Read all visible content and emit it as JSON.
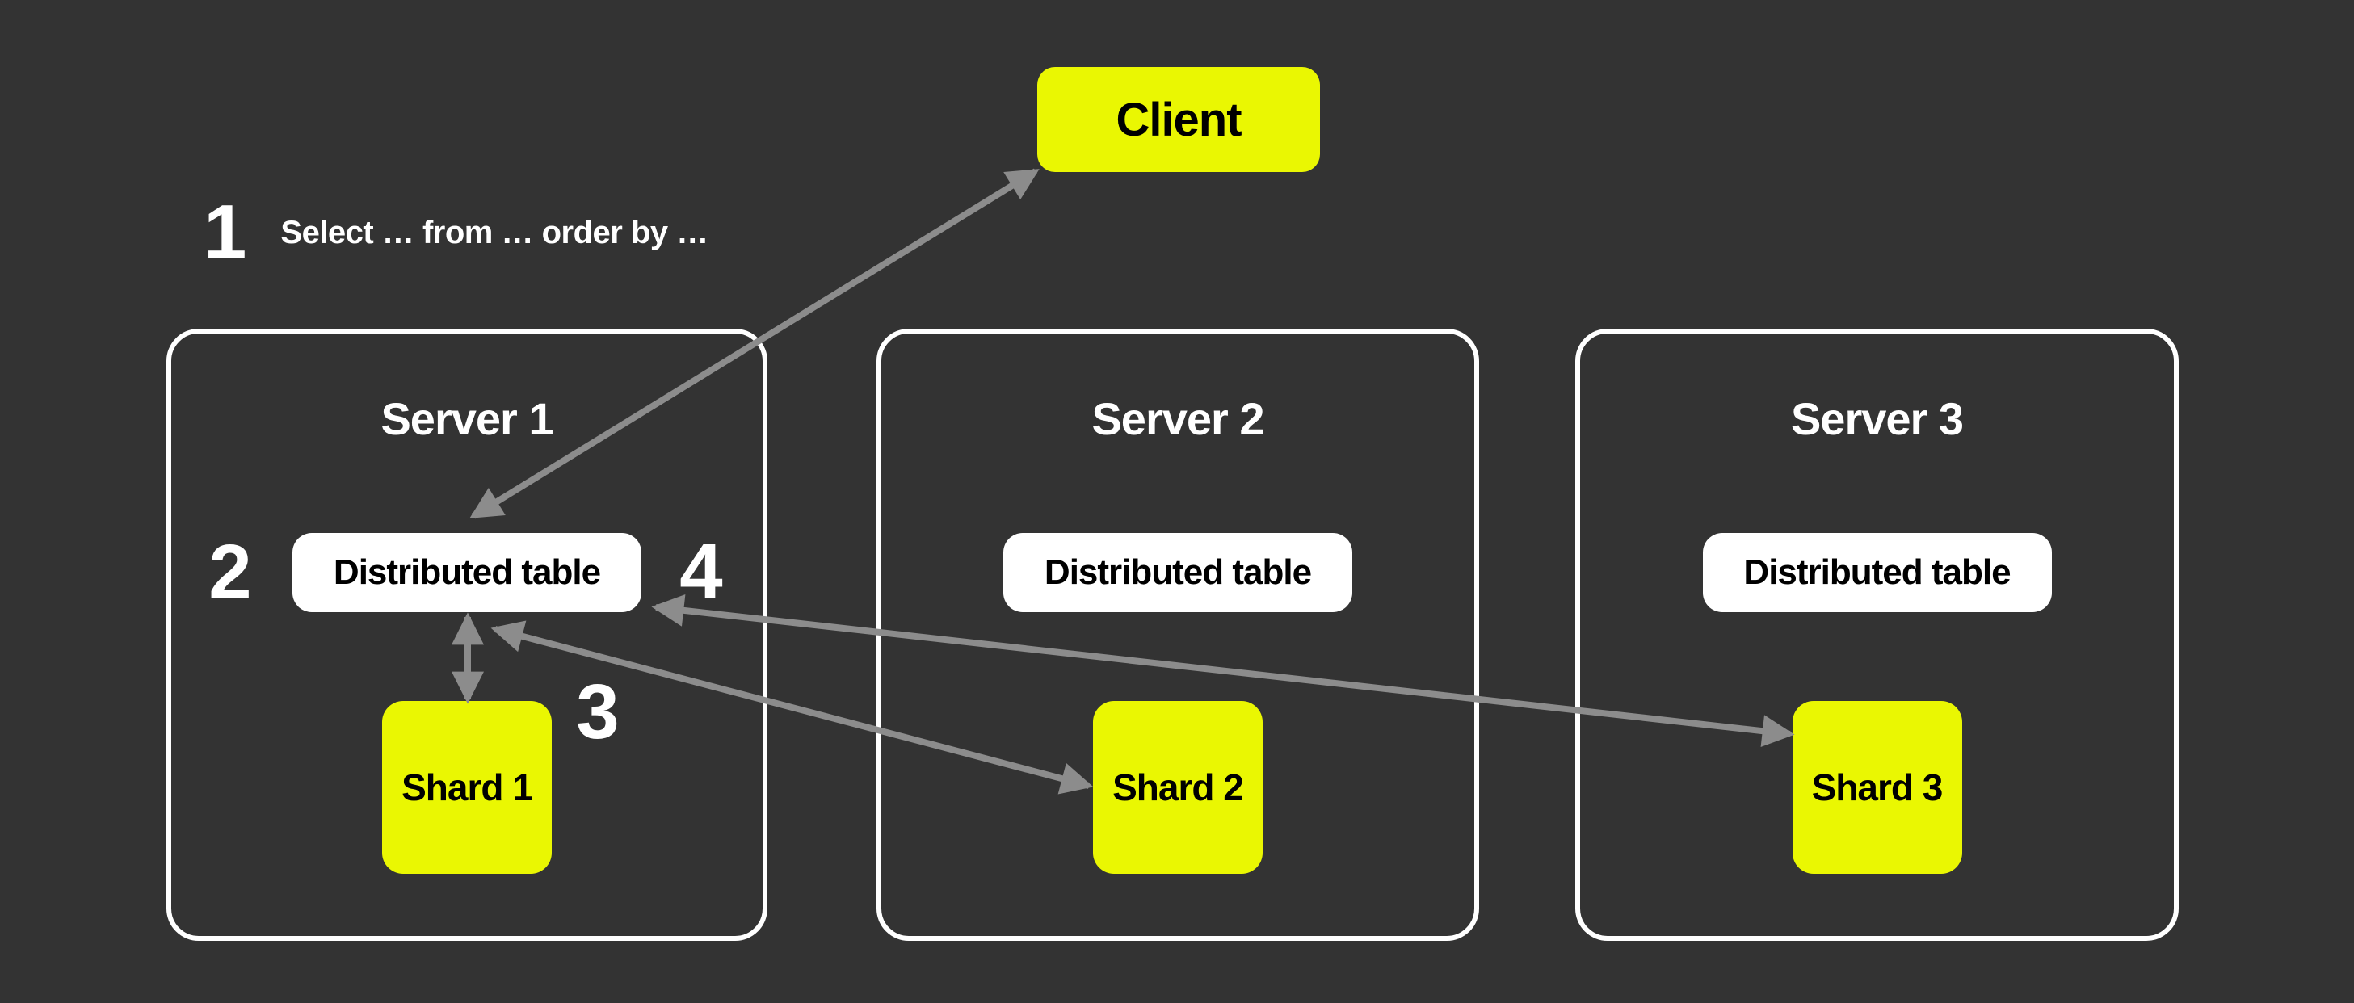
{
  "client": {
    "label": "Client"
  },
  "step1": {
    "number": "1",
    "query": "Select … from … order by …"
  },
  "step_numbers": {
    "step2": "2",
    "step3": "3",
    "step4": "4"
  },
  "servers": [
    {
      "title": "Server 1",
      "table": "Distributed table",
      "shard": "Shard 1"
    },
    {
      "title": "Server 2",
      "table": "Distributed table",
      "shard": "Shard 2"
    },
    {
      "title": "Server 3",
      "table": "Distributed table",
      "shard": "Shard 3"
    }
  ],
  "arrows": [
    {
      "name": "client-distributed-table-1",
      "from": "distributed-table-server-1",
      "to": "client",
      "bidirectional": true
    },
    {
      "name": "distributed-table-1-shard-1",
      "from": "distributed-table-server-1",
      "to": "shard-1",
      "bidirectional": true
    },
    {
      "name": "distributed-table-1-shard-2",
      "from": "distributed-table-server-1",
      "to": "shard-2",
      "bidirectional": true
    },
    {
      "name": "distributed-table-1-shard-3",
      "from": "distributed-table-server-1",
      "to": "shard-3",
      "bidirectional": true
    }
  ],
  "colors": {
    "background": "#333333",
    "accent_yellow": "#EAF702",
    "node_white": "#FFFFFF",
    "arrow_gray": "#8C8C8C",
    "text_black": "#000000",
    "text_white": "#FFFFFF"
  }
}
